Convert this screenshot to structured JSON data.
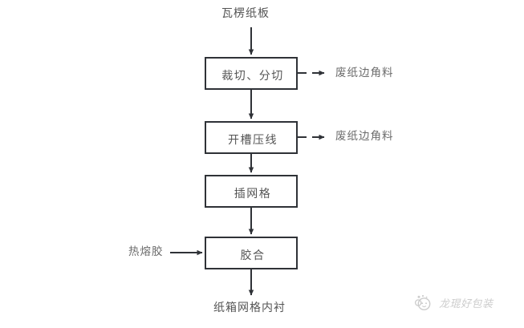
{
  "diagram": {
    "title_label": "瓦楞纸板",
    "output_label": "纸箱网格内衬",
    "nodes": [
      {
        "id": "cutting",
        "label": "裁切、分切",
        "shape": "rectangle"
      },
      {
        "id": "slotting",
        "label": "开槽压线",
        "shape": "rectangle"
      },
      {
        "id": "grid",
        "label": "插网格",
        "shape": "rectangle"
      },
      {
        "id": "gluing",
        "label": "胶合",
        "shape": "rectangle"
      }
    ],
    "side_outputs": [
      {
        "from": "cutting",
        "label": "废纸边角料",
        "direction": "right"
      },
      {
        "from": "slotting",
        "label": "废纸边角料",
        "direction": "right"
      }
    ],
    "side_inputs": [
      {
        "to": "gluing",
        "label": "热熔胶",
        "direction": "right"
      }
    ],
    "edges": [
      {
        "from": "瓦楞纸板",
        "to": "裁切、分切",
        "style": "solid-arrow"
      },
      {
        "from": "裁切、分切",
        "to": "开槽压线",
        "style": "solid-arrow"
      },
      {
        "from": "开槽压线",
        "to": "插网格",
        "style": "solid-arrow"
      },
      {
        "from": "插网格",
        "to": "胶合",
        "style": "solid-arrow"
      },
      {
        "from": "胶合",
        "to": "纸箱网格内衬",
        "style": "solid-arrow"
      }
    ],
    "colors": {
      "background": "#ffffff",
      "box_border": "#2f3237",
      "box_fill": "#ffffff",
      "text": "#555555",
      "connector": "#2f3237",
      "watermark": "#9a9a9a"
    }
  },
  "watermark": {
    "text": "龙琨好包装",
    "icon": "circles-logo-icon"
  }
}
